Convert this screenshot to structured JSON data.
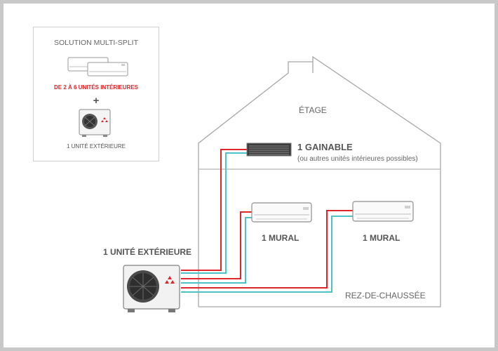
{
  "legend": {
    "title": "SOLUTION MULTI-SPLIT",
    "indoor_units": "DE 2 À 6 UNITÉS INTÉRIEURES",
    "plus": "+",
    "outdoor_unit": "1 UNITÉ EXTÉRIEURE"
  },
  "house": {
    "upper_floor": "ÉTAGE",
    "ground_floor": "REZ-DE-CHAUSSÉE"
  },
  "units": {
    "ducted_title": "1 GAINABLE",
    "ducted_note": "(ou autres unités intérieures possibles)",
    "wall_1": "1 MURAL",
    "wall_2": "1 MURAL",
    "outdoor": "1 UNITÉ EXTÉRIEURE"
  },
  "colors": {
    "pipe_red": "#e0262b",
    "pipe_cyan": "#4fc1c8",
    "house_outline": "#a8a8a8",
    "brand_red": "#e0262b"
  }
}
